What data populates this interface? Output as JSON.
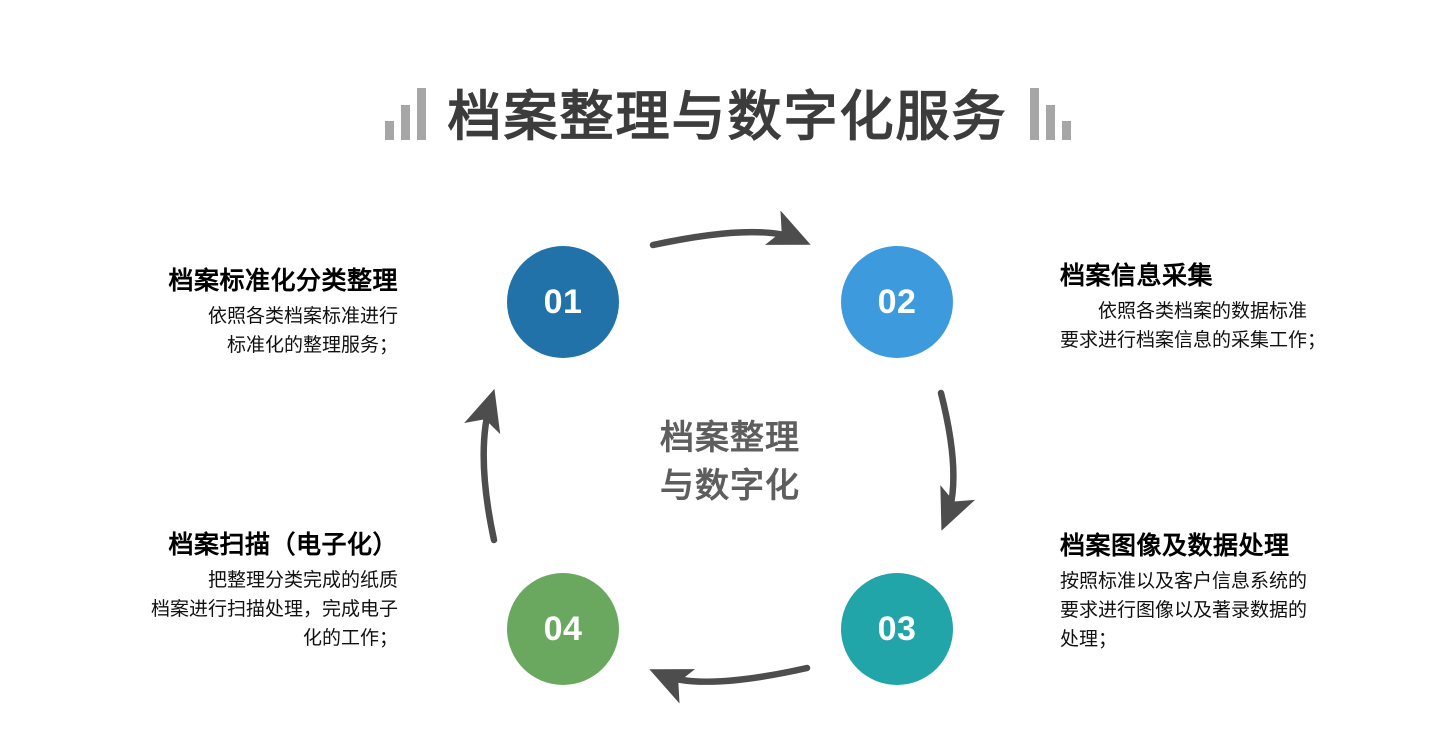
{
  "header": {
    "title": "档案整理与数字化服务",
    "decoration_left": "bar-chart-ascending-icon",
    "decoration_right": "bar-chart-descending-icon"
  },
  "diagram": {
    "type": "cycle",
    "direction": "clockwise",
    "center_label_line1": "档案整理",
    "center_label_line2": "与数字化",
    "center_label_color": "#5e5e5e",
    "arrow_color": "#4d4d4d",
    "steps": [
      {
        "number": "01",
        "color": "#2272aa",
        "position": "top-left",
        "heading": "档案标准化分类整理",
        "body_lines": [
          "依照各类档案标准进行",
          "标准化的整理服务；"
        ],
        "first_line_indent": true
      },
      {
        "number": "02",
        "color": "#3d9bdd",
        "position": "top-right",
        "heading": "档案信息采集",
        "body_lines": [
          "依照各类档案的数据标准",
          "要求进行档案信息的采集工作；"
        ],
        "first_line_indent": true
      },
      {
        "number": "03",
        "color": "#21a5a8",
        "position": "bottom-right",
        "heading": "档案图像及数据处理",
        "body_lines": [
          "按照标准以及客户信息系统的",
          "要求进行图像以及著录数据的",
          "处理；"
        ],
        "first_line_indent": false
      },
      {
        "number": "04",
        "color": "#6ba85f",
        "position": "bottom-left",
        "heading": "档案扫描（电子化）",
        "body_lines": [
          "把整理分类完成的纸质",
          "档案进行扫描处理，完成电子",
          "化的工作；"
        ],
        "first_line_indent": true
      }
    ]
  }
}
